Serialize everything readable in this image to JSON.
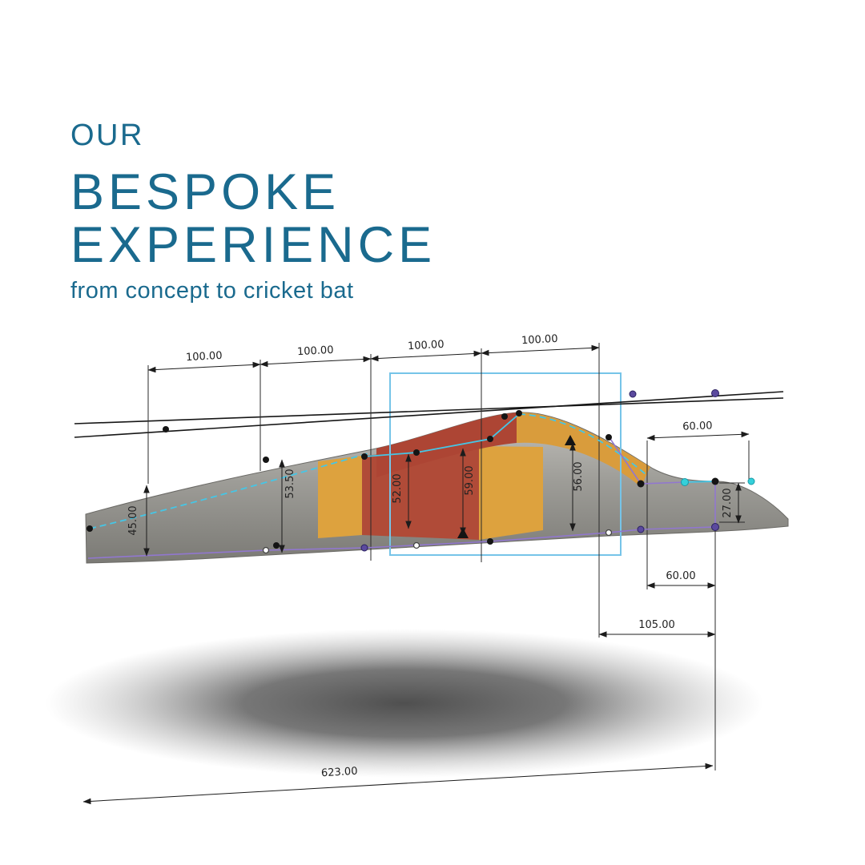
{
  "header": {
    "kicker": "OUR",
    "title_line1": "BESPOKE",
    "title_line2": "EXPERIENCE",
    "subtitle": "from concept to cricket bat",
    "accent_color": "#1a6a8e"
  },
  "drawing": {
    "top_dims": [
      "100.00",
      "100.00",
      "100.00",
      "100.00"
    ],
    "profile_dims": [
      "45.00",
      "53.50",
      "52.00",
      "59.00",
      "56.00"
    ],
    "right_dims": {
      "top_width": "60.00",
      "tip_height": "27.00",
      "lower_width": "60.00",
      "splice_length": "105.00"
    },
    "overall_length": "623.00",
    "colors": {
      "blade_gray_light": "#c2c1bc",
      "blade_gray_dark": "#7b7a75",
      "patch_orange": "#dda23e",
      "patch_red": "#b04b38",
      "construction_blue": "#76c4e8",
      "spline_cyan": "#45c6e6",
      "spline_purple": "#9177cf",
      "dimension_black": "#1c1c1c"
    }
  }
}
